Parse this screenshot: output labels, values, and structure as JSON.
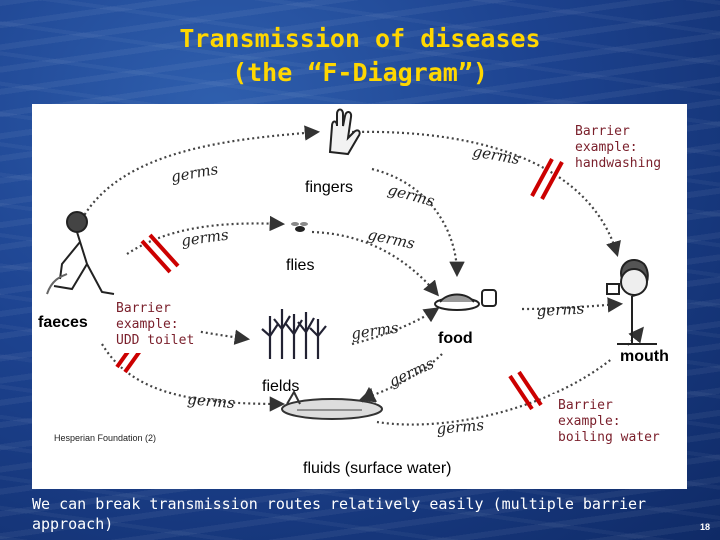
{
  "title": {
    "line1": "Transmission of diseases",
    "line2": "(the “F-Diagram”)"
  },
  "diagram": {
    "nodes": {
      "faeces": "faeces",
      "fingers": "fingers",
      "flies": "flies",
      "fields": "fields",
      "fluids": "fluids (surface water)",
      "food": "food",
      "mouth": "mouth"
    },
    "arrow_label": "germs",
    "credit": "Hesperian Foundation (2)",
    "barriers": {
      "handwashing": [
        "Barrier",
        "example:",
        "handwashing"
      ],
      "toilet": [
        "Barrier",
        "example:",
        "UDD toilet"
      ],
      "boiling": [
        "Barrier",
        "example:",
        "boiling water"
      ]
    },
    "colors": {
      "barrier_mark": "#cc0000",
      "barrier_text": "#7a1f2b",
      "title": "#ffd700"
    }
  },
  "footer": {
    "line1": "We can break transmission routes relatively easily (multiple barrier",
    "line2": "approach)"
  },
  "page_number": "18"
}
